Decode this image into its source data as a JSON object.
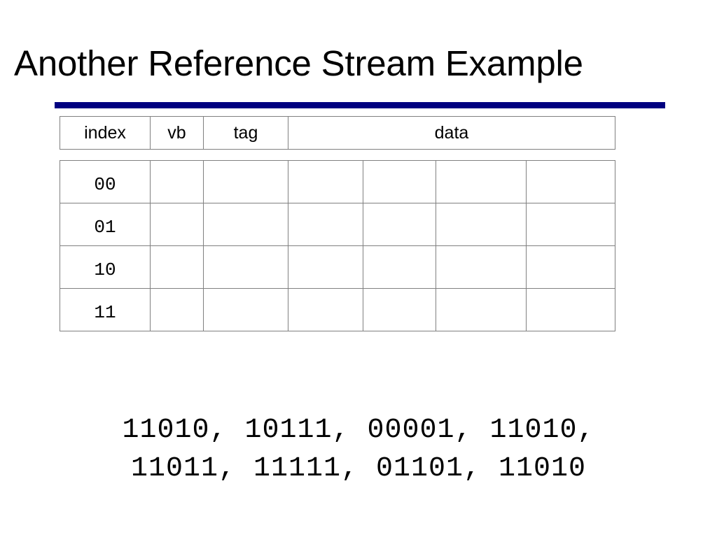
{
  "slide": {
    "title": "Another Reference Stream Example",
    "accent_color": "#000080",
    "border_color": "#808080",
    "background_color": "#FFFFFF",
    "text_color": "#000000"
  },
  "cache_table": {
    "header": [
      {
        "label": "index"
      },
      {
        "label": "vb"
      },
      {
        "label": "tag"
      },
      {
        "label": "data"
      }
    ],
    "rows": [
      {
        "index": "00",
        "vb": "",
        "tag": "",
        "data": [
          "",
          "",
          "",
          "",
          ""
        ]
      },
      {
        "index": "01",
        "vb": "",
        "tag": "",
        "data": [
          "",
          "",
          "",
          "",
          ""
        ]
      },
      {
        "index": "10",
        "vb": "",
        "tag": "",
        "data": [
          "",
          "",
          "",
          "",
          ""
        ]
      },
      {
        "index": "11",
        "vb": "",
        "tag": "",
        "data": [
          "",
          "",
          "",
          "",
          ""
        ]
      }
    ]
  },
  "reference_stream": {
    "line1": "11010, 10111, 00001, 11010,",
    "line2": "11011, 11111, 01101, 11010"
  }
}
